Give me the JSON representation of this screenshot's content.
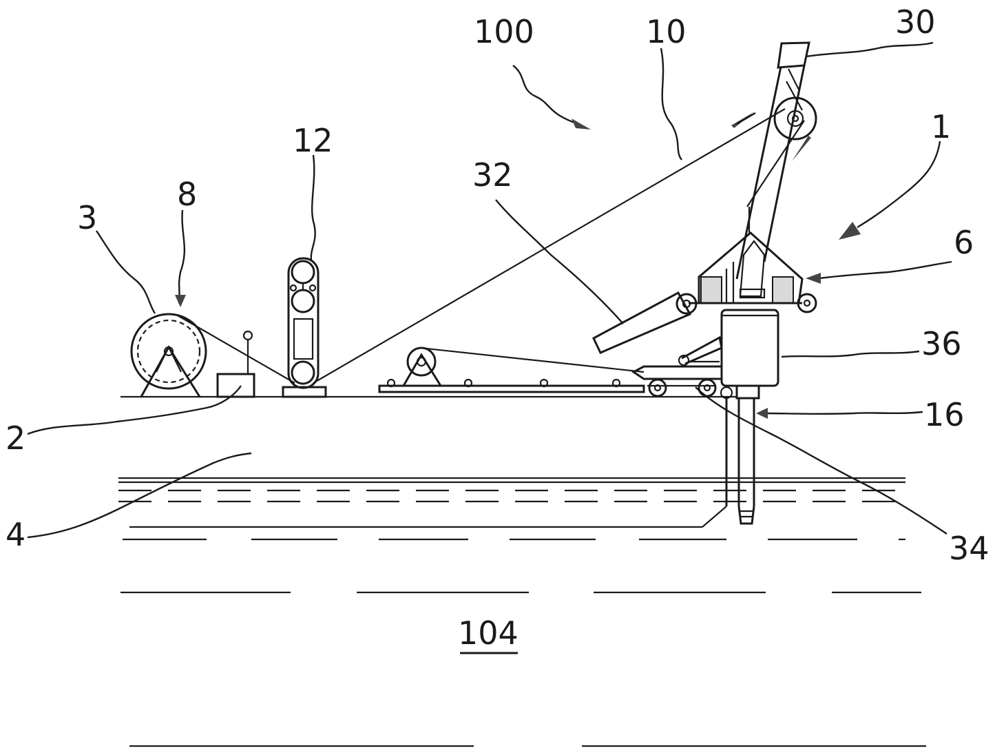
{
  "labels": {
    "l100": "100",
    "l10": "10",
    "l30": "30",
    "l1": "1",
    "l12": "12",
    "l32": "32",
    "l8": "8",
    "l3": "3",
    "l6": "6",
    "l36": "36",
    "l16": "16",
    "l2": "2",
    "l4": "4",
    "l34": "34",
    "l104": "104"
  }
}
